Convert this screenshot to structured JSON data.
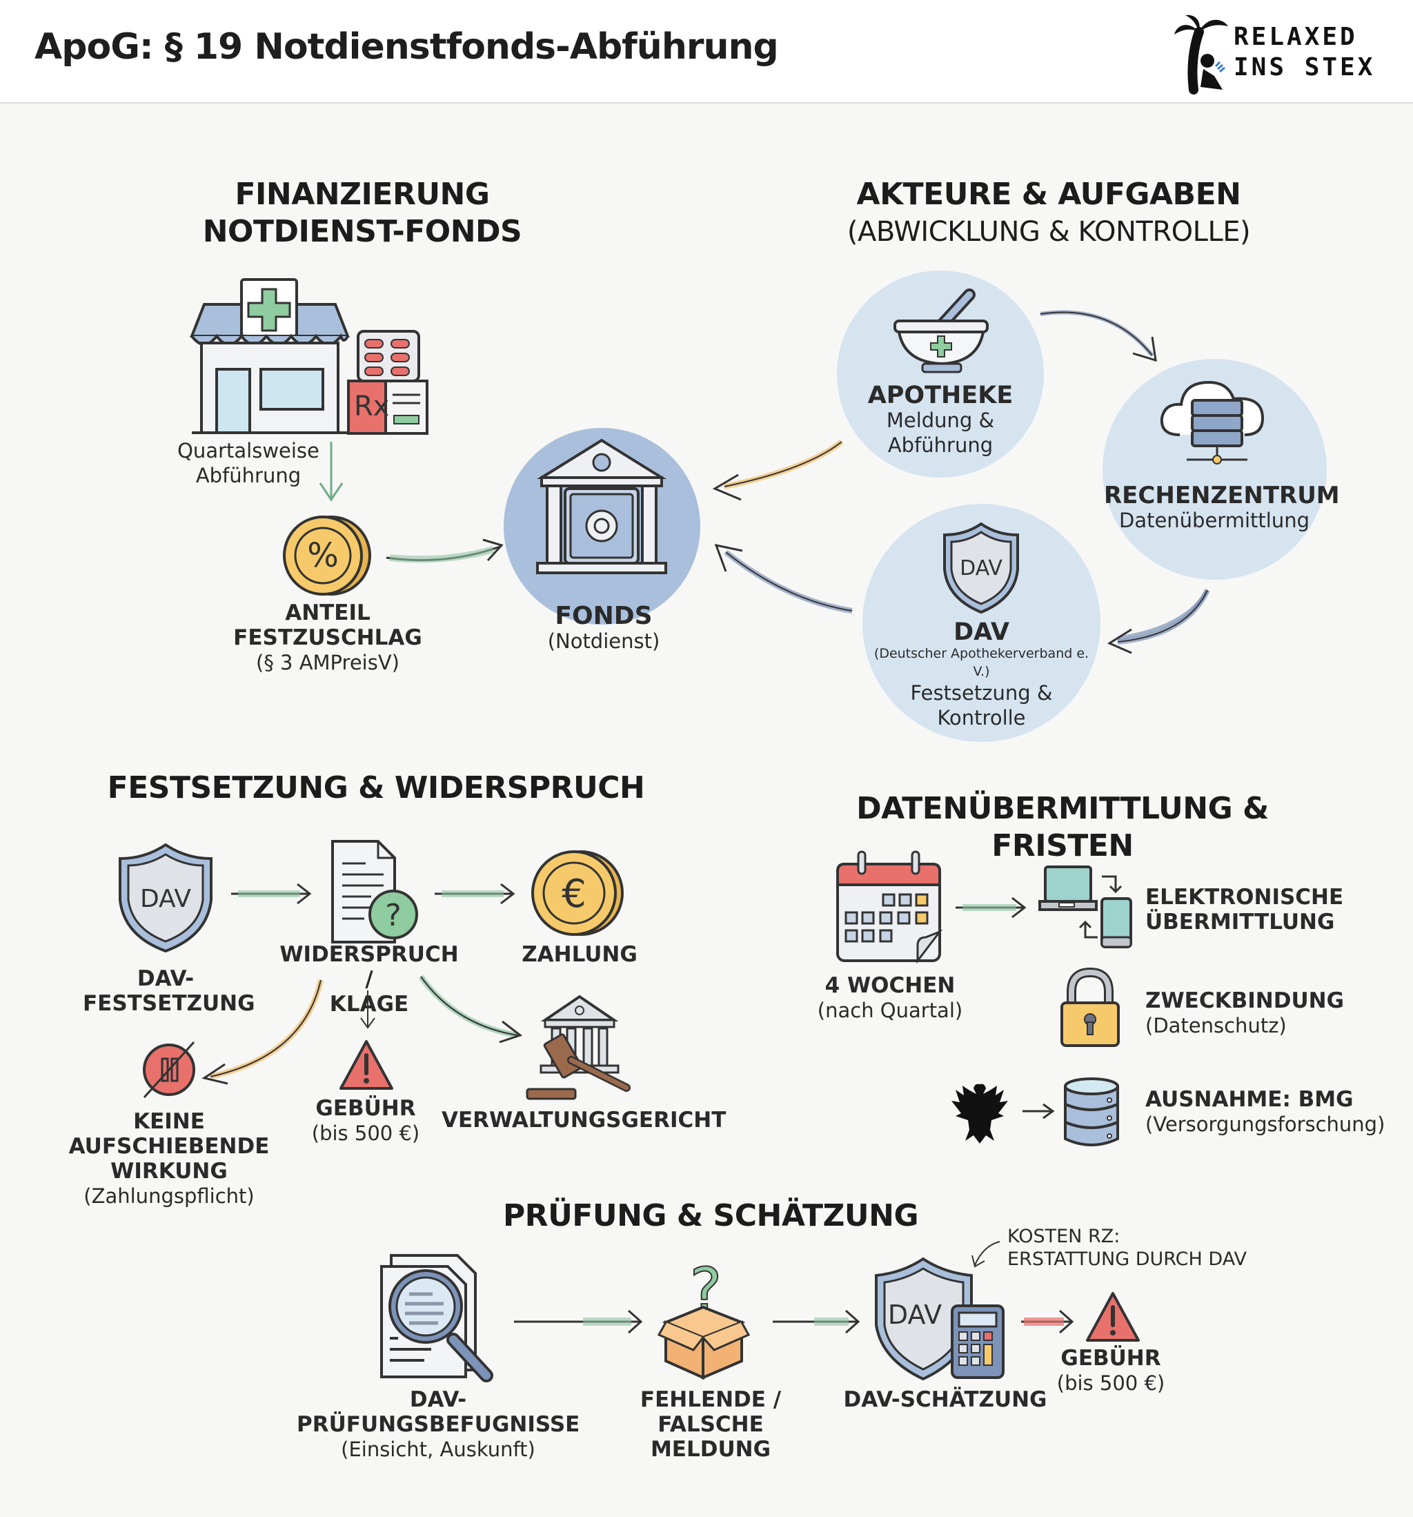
{
  "header": {
    "title": "ApoG: § 19 Notdienstfonds-Abführung",
    "logo_line1": "RELAXED",
    "logo_line2": "INS STEX"
  },
  "finanzierung": {
    "title_line1": "FINANZIERUNG",
    "title_line2": "NOTDIENST-FONDS",
    "abfuehrung_line1": "Quartalsweise",
    "abfuehrung_line2": "Abführung",
    "rx_label": "Rx",
    "anteil_line1": "ANTEIL",
    "anteil_line2": "FESTZUSCHLAG",
    "anteil_ref": "(§ 3 AMPreisV)",
    "coin_symbol": "%",
    "fonds_title": "FONDS",
    "fonds_sub": "(Notdienst)"
  },
  "akteure": {
    "title": "AKTEURE & AUFGABEN",
    "subtitle": "(ABWICKLUNG & KONTROLLE)",
    "apotheke": {
      "name": "APOTHEKE",
      "line1": "Meldung &",
      "line2": "Abführung"
    },
    "rechenzentrum": {
      "name": "RECHENZENTRUM",
      "line1": "Datenübermittlung"
    },
    "dav": {
      "badge": "DAV",
      "name": "DAV",
      "full": "(Deutscher Apothekerverband e. V.)",
      "line1": "Festsetzung &",
      "line2": "Kontrolle"
    }
  },
  "festsetzung": {
    "title": "FESTSETZUNG & WIDERSPRUCH",
    "dav_badge": "DAV",
    "dav_line1": "DAV-",
    "dav_line2": "FESTSETZUNG",
    "widerspruch_line1": "WIDERSPRUCH /",
    "widerspruch_line2": "KLAGE",
    "zahlung": "ZAHLUNG",
    "euro_symbol": "€",
    "keine_line1": "KEINE AUFSCHIEBENDE",
    "keine_line2": "WIRKUNG",
    "keine_sub": "(Zahlungspflicht)",
    "gebuehr": "GEBÜHR",
    "gebuehr_sub": "(bis 500 €)",
    "gericht": "VERWALTUNGSGERICHT"
  },
  "daten": {
    "title": "DATENÜBERMITTLUNG & FRISTEN",
    "frist_title": "4 WOCHEN",
    "frist_sub": "(nach Quartal)",
    "elektronisch_line1": "ELEKTRONISCHE",
    "elektronisch_line2": "ÜBERMITTLUNG",
    "zweck_title": "ZWECKBINDUNG",
    "zweck_sub": "(Datenschutz)",
    "ausnahme_title": "AUSNAHME: BMG",
    "ausnahme_sub": "(Versorgungsforschung)"
  },
  "pruefung": {
    "title": "PRÜFUNG & SCHÄTZUNG",
    "befugnis_title": "DAV-PRÜFUNGSBEFUGNISSE",
    "befugnis_sub": "(Einsicht, Auskunft)",
    "fehlend_line1": "FEHLENDE / FALSCHE",
    "fehlend_line2": "MELDUNG",
    "schaetzung_badge": "DAV",
    "schaetzung": "DAV-SCHÄTZUNG",
    "kosten_line1": "KOSTEN RZ:",
    "kosten_line2": "ERSTATTUNG DURCH DAV",
    "gebuehr": "GEBÜHR",
    "gebuehr_sub": "(bis 500 €)"
  },
  "colors": {
    "background": "#f7f7f5",
    "circle_light": "#d6e4f0",
    "circle_fonds": "#a9bfdc",
    "green_arrow": "#8fc4a4",
    "orange_arrow": "#f2c27a",
    "blue_arrow": "#7d93b8",
    "red_alert": "#e8716c",
    "coin_yellow": "#f6ca6a"
  }
}
